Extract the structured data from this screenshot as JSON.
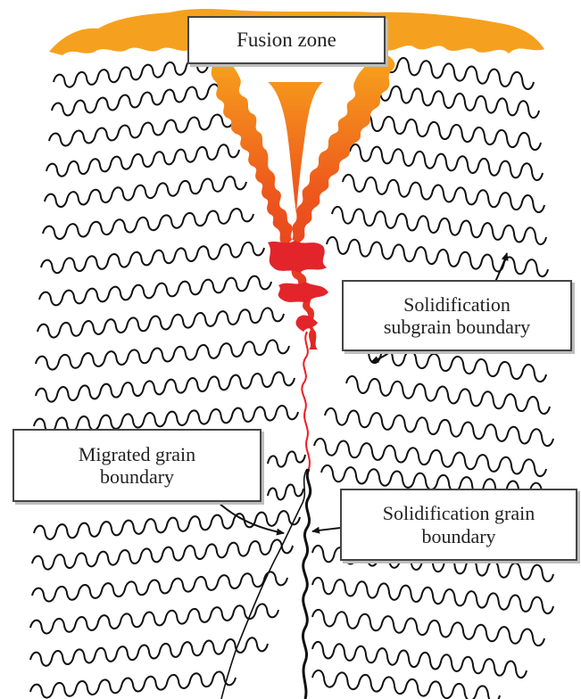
{
  "labels": {
    "fusion_zone": "Fusion zone",
    "subgrain_line1": "Solidification",
    "subgrain_line2": "subgrain boundary",
    "migrated_line1": "Migrated grain",
    "migrated_line2": "boundary",
    "solgrain_line1": "Solidification grain",
    "solgrain_line2": "boundary"
  },
  "colors": {
    "fusion_top": "#f7a51c",
    "fusion_mid": "#ee5a1c",
    "fusion_bottom": "#e12423",
    "boundary_line": "#ee1c25",
    "ink": "#111111"
  }
}
